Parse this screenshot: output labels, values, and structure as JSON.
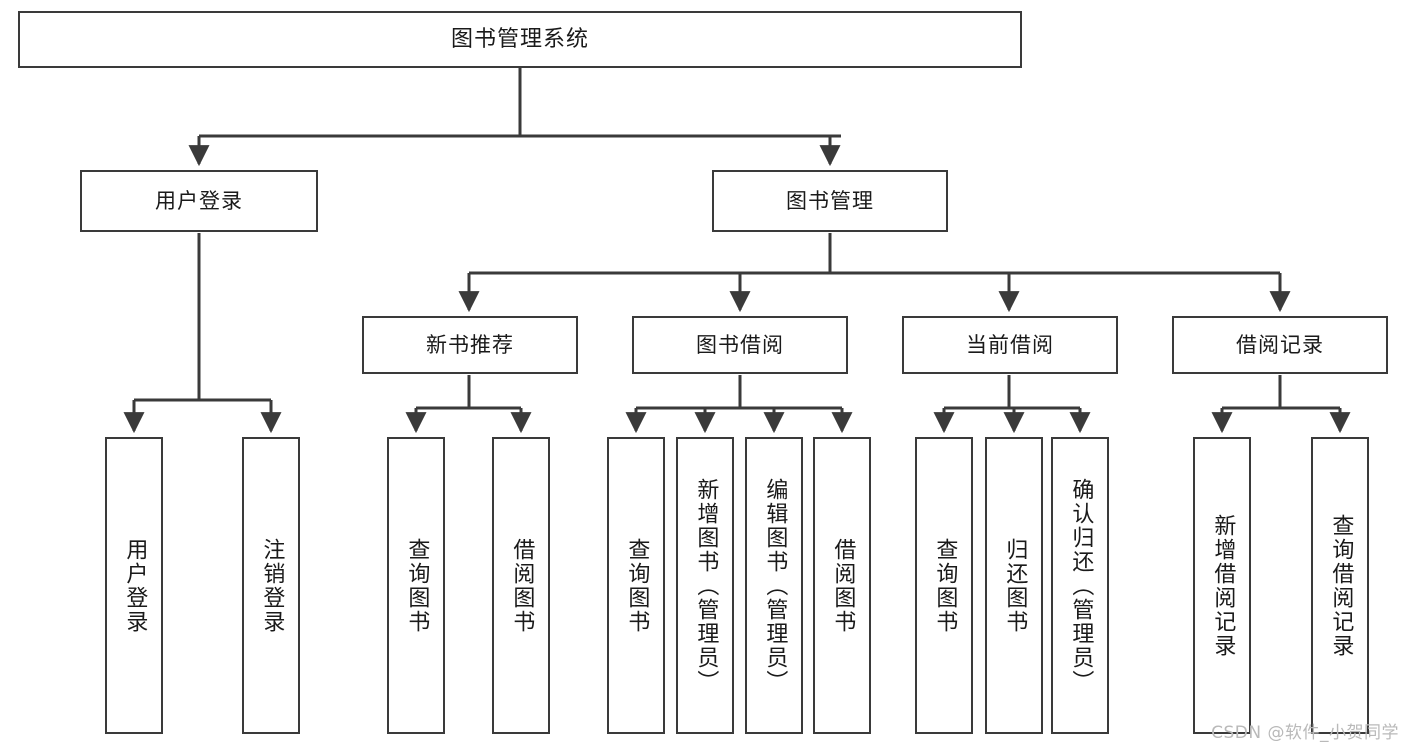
{
  "diagram": {
    "title": "图书管理系统",
    "type": "tree",
    "root": {
      "label": "图书管理系统"
    },
    "level2": [
      {
        "label": "用户登录"
      },
      {
        "label": "图书管理"
      }
    ],
    "level3": [
      {
        "label": "新书推荐"
      },
      {
        "label": "图书借阅"
      },
      {
        "label": "当前借阅"
      },
      {
        "label": "借阅记录"
      }
    ],
    "leaves": {
      "user_login": [
        {
          "label": "用户登录"
        },
        {
          "label": "注销登录"
        }
      ],
      "new_book_recommend": [
        {
          "label": "查询图书"
        },
        {
          "label": "借阅图书"
        }
      ],
      "book_borrow": [
        {
          "label": "查询图书"
        },
        {
          "label": "新增图书（管理员）"
        },
        {
          "label": "编辑图书（管理员）"
        },
        {
          "label": "借阅图书"
        }
      ],
      "current_borrow": [
        {
          "label": "查询图书"
        },
        {
          "label": "归还图书"
        },
        {
          "label": "确认归还（管理员）"
        }
      ],
      "borrow_record": [
        {
          "label": "新增借阅记录"
        },
        {
          "label": "查询借阅记录"
        }
      ]
    }
  },
  "watermark": {
    "text": "CSDN @软件_小贺同学"
  },
  "colors": {
    "stroke": "#3a3a3a",
    "background": "#ffffff",
    "text": "#1a1a1a",
    "watermark": "#b9b9b9"
  }
}
